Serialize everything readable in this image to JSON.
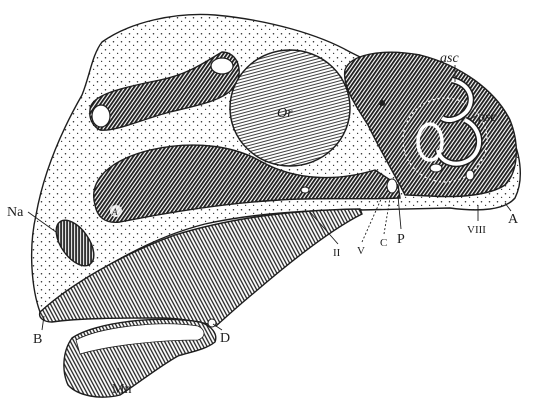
{
  "figure": {
    "labels": {
      "asc": "asc",
      "psc": "psc",
      "or": "Or",
      "na": "Na",
      "a_inner": "A",
      "ii": "II",
      "v": "V",
      "c": "C",
      "p": "P",
      "viii": "VIII",
      "a": "A",
      "b": "B",
      "d": "D",
      "mn": "Mn"
    }
  },
  "colors": {
    "ink": "#1e1e1e",
    "paper": "#ffffff"
  }
}
